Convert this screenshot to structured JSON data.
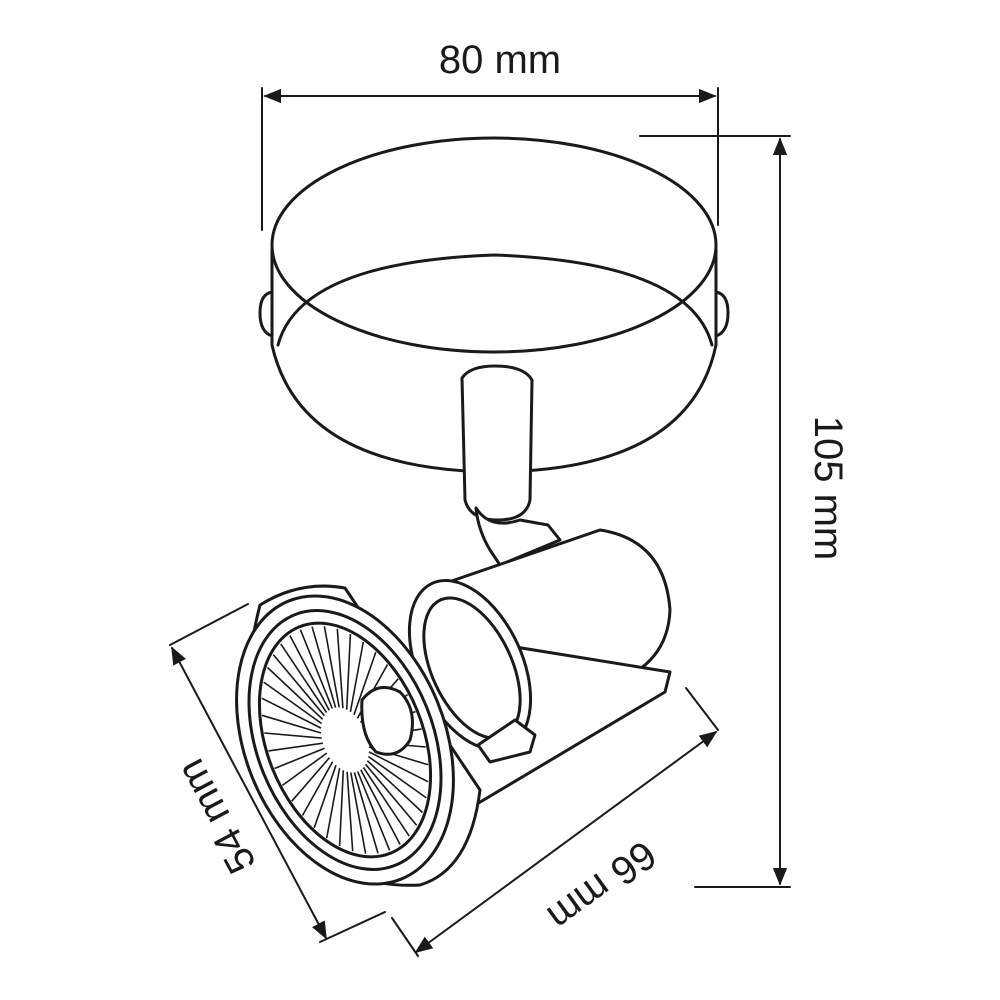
{
  "dimensions": {
    "width": "80 mm",
    "height": "105 mm",
    "diameter": "54 mm",
    "length": "66 mm"
  },
  "colors": {
    "ink": "#1a1a1a",
    "background": "#ffffff"
  }
}
